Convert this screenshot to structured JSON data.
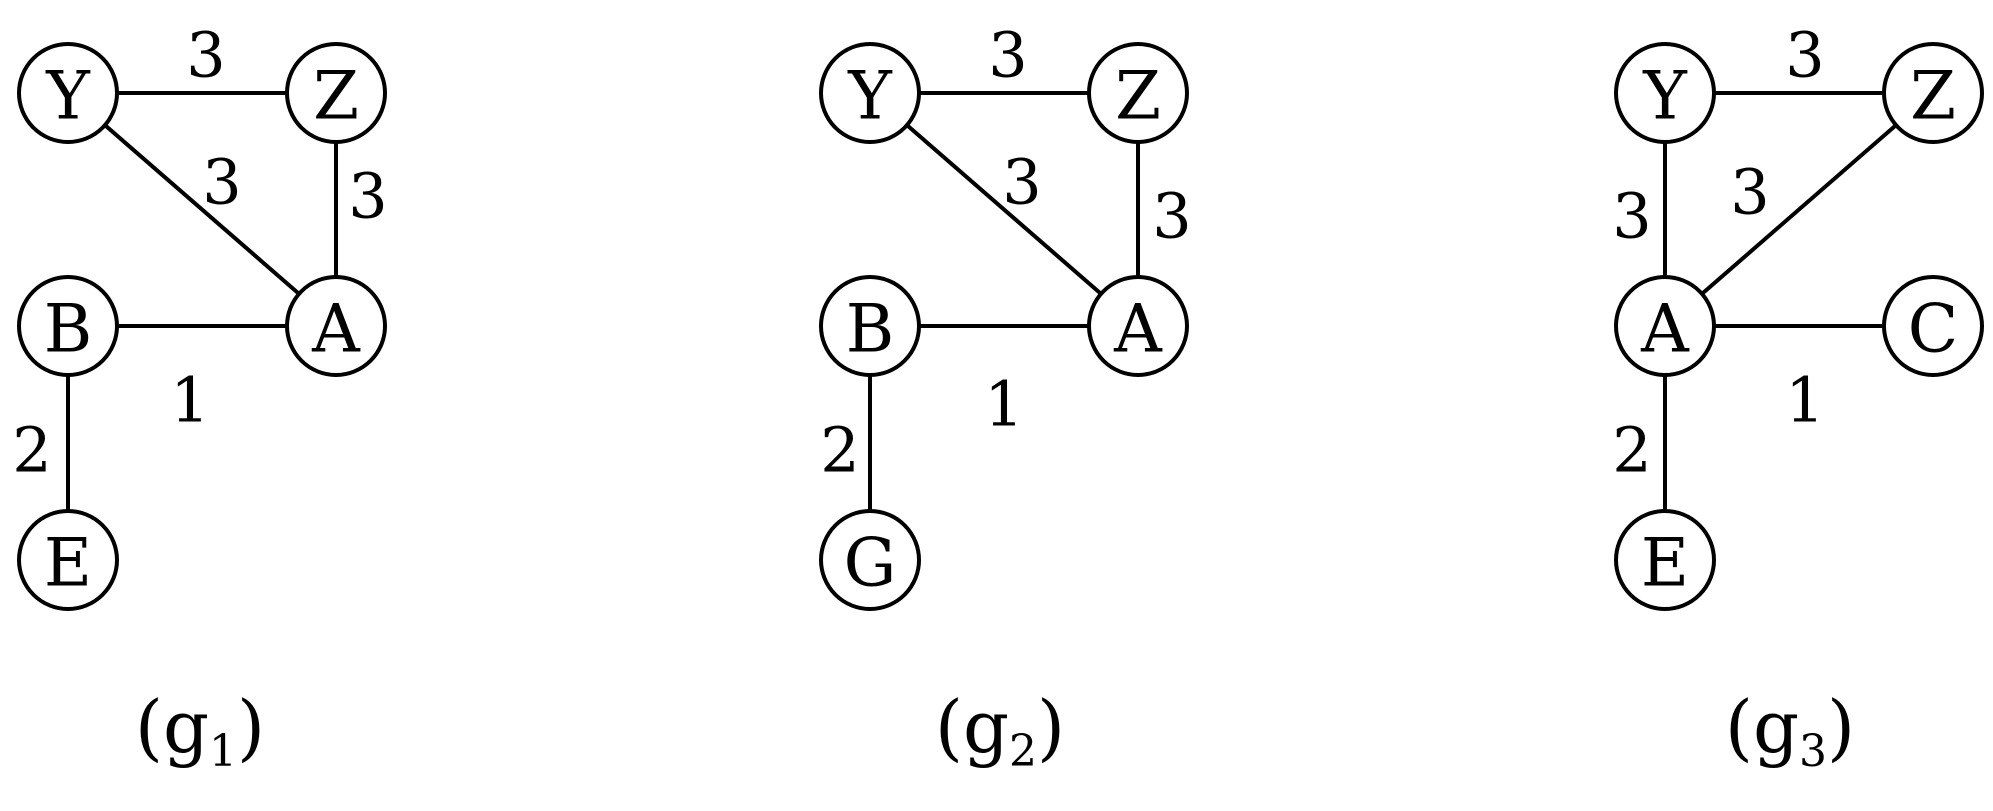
{
  "graphs": [
    {
      "id": "g1",
      "caption": {
        "open": "(",
        "base": "g",
        "sub": "1",
        "close": ")"
      },
      "nodes": [
        {
          "id": "Y",
          "label": "Y"
        },
        {
          "id": "Z",
          "label": "Z"
        },
        {
          "id": "A",
          "label": "A"
        },
        {
          "id": "B",
          "label": "B"
        },
        {
          "id": "E",
          "label": "E"
        }
      ],
      "edges": [
        {
          "from": "Y",
          "to": "Z",
          "weight": "3"
        },
        {
          "from": "Y",
          "to": "A",
          "weight": "3"
        },
        {
          "from": "Z",
          "to": "A",
          "weight": "3"
        },
        {
          "from": "B",
          "to": "A",
          "weight": "1"
        },
        {
          "from": "B",
          "to": "E",
          "weight": "2"
        }
      ]
    },
    {
      "id": "g2",
      "caption": {
        "open": "(",
        "base": "g",
        "sub": "2",
        "close": ")"
      },
      "nodes": [
        {
          "id": "Y",
          "label": "Y"
        },
        {
          "id": "Z",
          "label": "Z"
        },
        {
          "id": "A",
          "label": "A"
        },
        {
          "id": "B",
          "label": "B"
        },
        {
          "id": "G",
          "label": "G"
        }
      ],
      "edges": [
        {
          "from": "Y",
          "to": "Z",
          "weight": "3"
        },
        {
          "from": "Y",
          "to": "A",
          "weight": "3"
        },
        {
          "from": "Z",
          "to": "A",
          "weight": "3"
        },
        {
          "from": "B",
          "to": "A",
          "weight": "1"
        },
        {
          "from": "B",
          "to": "G",
          "weight": "2"
        }
      ]
    },
    {
      "id": "g3",
      "caption": {
        "open": "(",
        "base": "g",
        "sub": "3",
        "close": ")"
      },
      "nodes": [
        {
          "id": "Y",
          "label": "Y"
        },
        {
          "id": "Z",
          "label": "Z"
        },
        {
          "id": "A",
          "label": "A"
        },
        {
          "id": "C",
          "label": "C"
        },
        {
          "id": "E",
          "label": "E"
        }
      ],
      "edges": [
        {
          "from": "Y",
          "to": "Z",
          "weight": "3"
        },
        {
          "from": "Y",
          "to": "A",
          "weight": "3"
        },
        {
          "from": "A",
          "to": "Z",
          "weight": "3"
        },
        {
          "from": "A",
          "to": "C",
          "weight": "1"
        },
        {
          "from": "A",
          "to": "E",
          "weight": "2"
        }
      ]
    }
  ]
}
